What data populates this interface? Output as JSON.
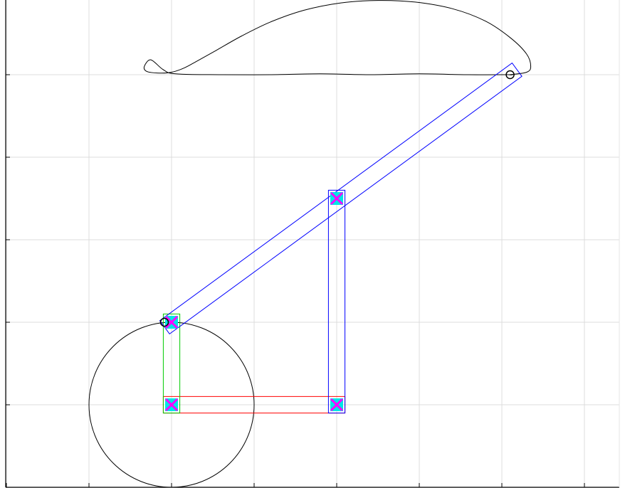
{
  "figure": {
    "background": "#ffffff",
    "grid": true,
    "grid_color": "#dcdcdc",
    "axis_color": "#000000",
    "xlim": [
      -2,
      5.5
    ],
    "ylim": [
      -1,
      5
    ],
    "grid_step": 1
  },
  "colors": {
    "crank_circle": "#000000",
    "coupler_curve": "#000000",
    "crank_link": "#00cc00",
    "ground_link": "#ff0000",
    "rocker_link": "#0000ff",
    "coupler_link": "#0000ff",
    "pivot_fill": "#00e5e5",
    "pivot_cross": "#ff00ff",
    "joint_marker": "#000000"
  },
  "mechanism": {
    "ground_pivot_left": {
      "x": 0,
      "y": 0
    },
    "ground_pivot_right": {
      "x": 2,
      "y": 0
    },
    "crank_tip": {
      "x": 0,
      "y": 1
    },
    "rocker_tip": {
      "x": 2,
      "y": 2.5
    },
    "coupler_point": {
      "x": 4.1,
      "y": 4.0
    },
    "crank_radius": 1,
    "link_width": 0.2
  },
  "coupler_curve": {
    "points": [
      [
        4.1,
        4.0
      ],
      [
        4.3,
        4.03
      ],
      [
        4.35,
        4.1
      ],
      [
        4.3,
        4.25
      ],
      [
        4.1,
        4.45
      ],
      [
        3.8,
        4.65
      ],
      [
        3.4,
        4.8
      ],
      [
        2.95,
        4.88
      ],
      [
        2.5,
        4.9
      ],
      [
        2.05,
        4.87
      ],
      [
        1.6,
        4.78
      ],
      [
        1.2,
        4.64
      ],
      [
        0.85,
        4.47
      ],
      [
        0.55,
        4.3
      ],
      [
        0.3,
        4.16
      ],
      [
        0.15,
        4.08
      ],
      [
        0.0,
        4.03
      ],
      [
        -0.15,
        4.02
      ],
      [
        -0.3,
        4.04
      ],
      [
        -0.33,
        4.1
      ],
      [
        -0.25,
        4.18
      ],
      [
        -0.1,
        4.06
      ],
      [
        0.05,
        4.01
      ],
      [
        0.6,
        4.0
      ],
      [
        1.2,
        4.0
      ],
      [
        1.8,
        4.01
      ],
      [
        2.4,
        4.0
      ],
      [
        3.0,
        4.01
      ],
      [
        3.6,
        4.0
      ],
      [
        4.1,
        4.0
      ]
    ]
  }
}
